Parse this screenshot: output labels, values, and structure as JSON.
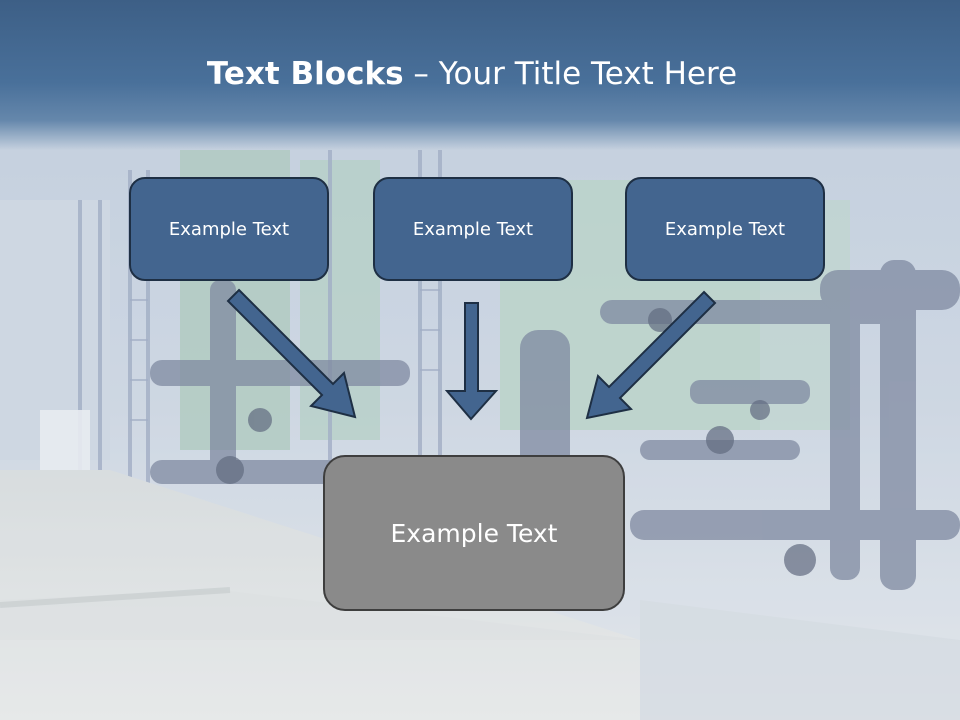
{
  "slide": {
    "title_bold": "Text Blocks",
    "title_separator": " – ",
    "title_rest": "Your Title Text Here"
  },
  "blocks": {
    "top_left": "Example Text",
    "top_middle": "Example Text",
    "top_right": "Example Text",
    "bottom": "Example Text"
  },
  "colors": {
    "header": "#456a93",
    "block_fill": "#43658f",
    "block_border": "#1e2f44",
    "bottom_fill": "#8a8a8a",
    "arrow_fill": "#43658f"
  }
}
